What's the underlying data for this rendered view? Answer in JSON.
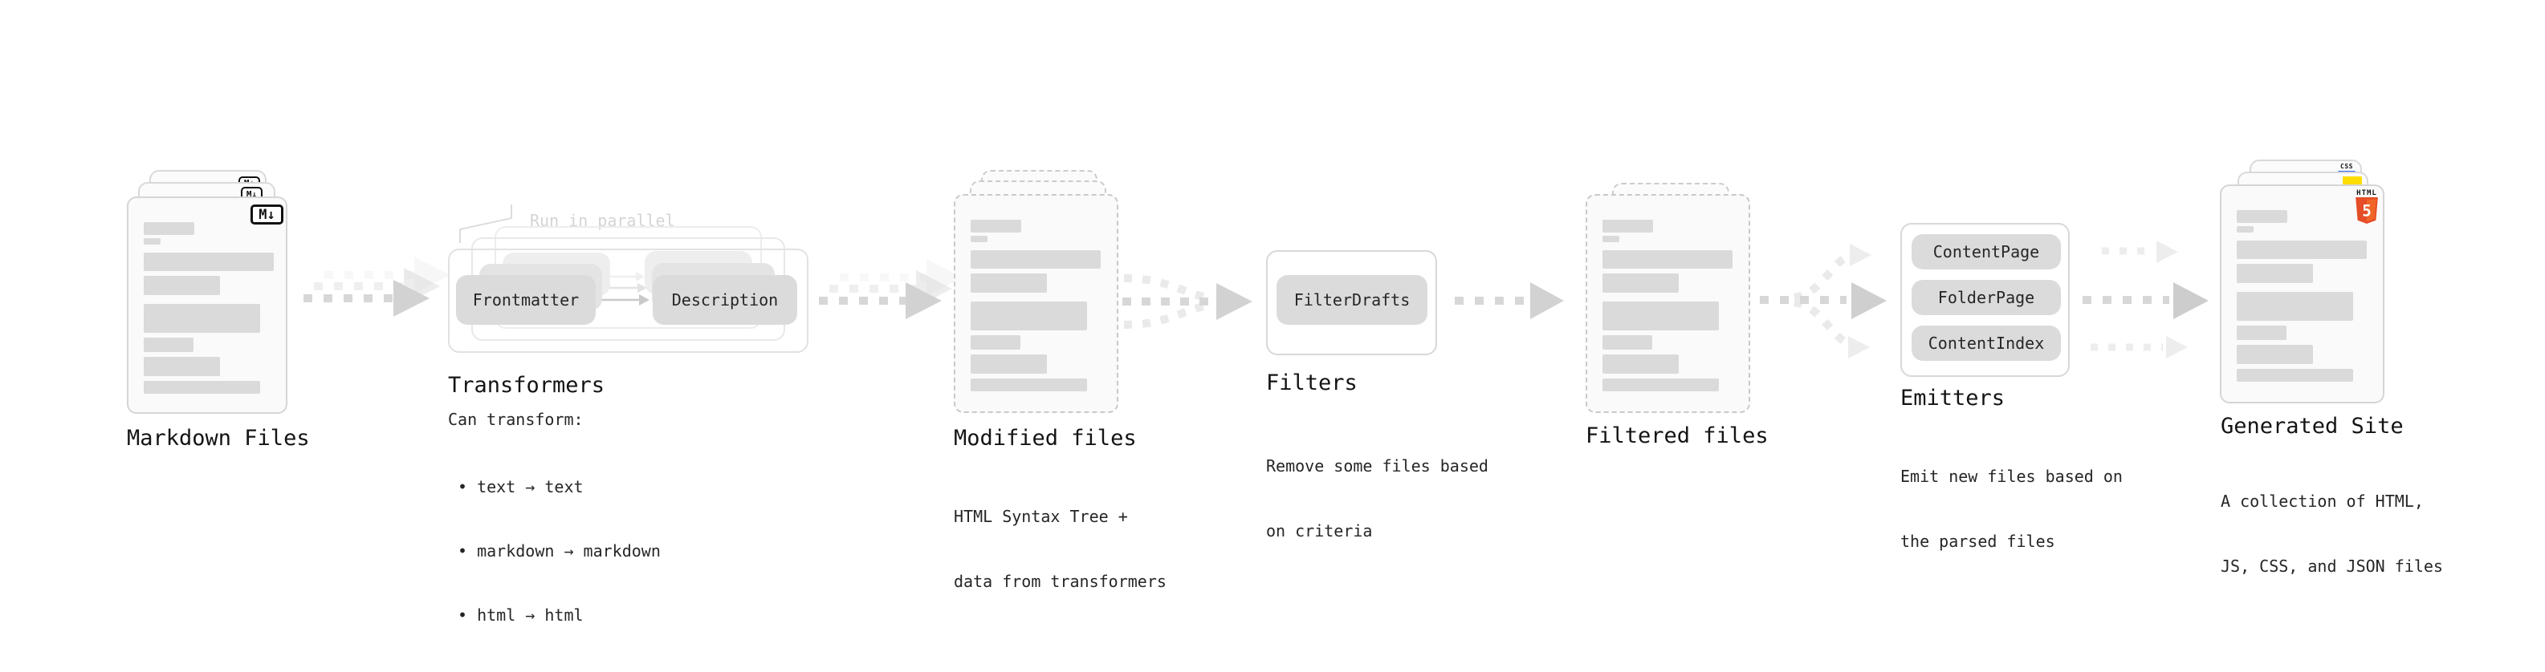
{
  "diagram": {
    "annotation_run_in_parallel": "Run in parallel",
    "stages": {
      "markdown_files": {
        "title": "Markdown Files",
        "icon_label": "M↓"
      },
      "transformers": {
        "title": "Transformers",
        "pill_left": "Frontmatter",
        "pill_right": "Description",
        "desc_heading": "Can transform:",
        "bullet": "•",
        "bullets": [
          "text → text",
          "markdown → markdown",
          "html → html"
        ]
      },
      "modified_files": {
        "title": "Modified files",
        "desc": [
          "HTML Syntax Tree +",
          "data from transformers"
        ]
      },
      "filters": {
        "title": "Filters",
        "pill": "FilterDrafts",
        "desc": [
          "Remove some files based",
          "on criteria"
        ]
      },
      "filtered_files": {
        "title": "Filtered files"
      },
      "emitters": {
        "title": "Emitters",
        "pills": [
          "ContentPage",
          "FolderPage",
          "ContentIndex"
        ],
        "desc": [
          "Emit new files based on",
          "the parsed files"
        ]
      },
      "generated_site": {
        "title": "Generated Site",
        "desc": [
          "A collection of HTML,",
          "JS, CSS, and JSON files"
        ],
        "badges": {
          "html_label": "HTML",
          "html_number": "5",
          "css_label": "CSS"
        }
      }
    },
    "colors": {
      "html5_orange": "#e44d26",
      "html5_orange_light": "#f16529",
      "js_yellow": "#ffdd00",
      "css_blue": "#2b66f6",
      "arrow_gray": "#d7d7d7",
      "arrow_light": "#ededed"
    }
  }
}
